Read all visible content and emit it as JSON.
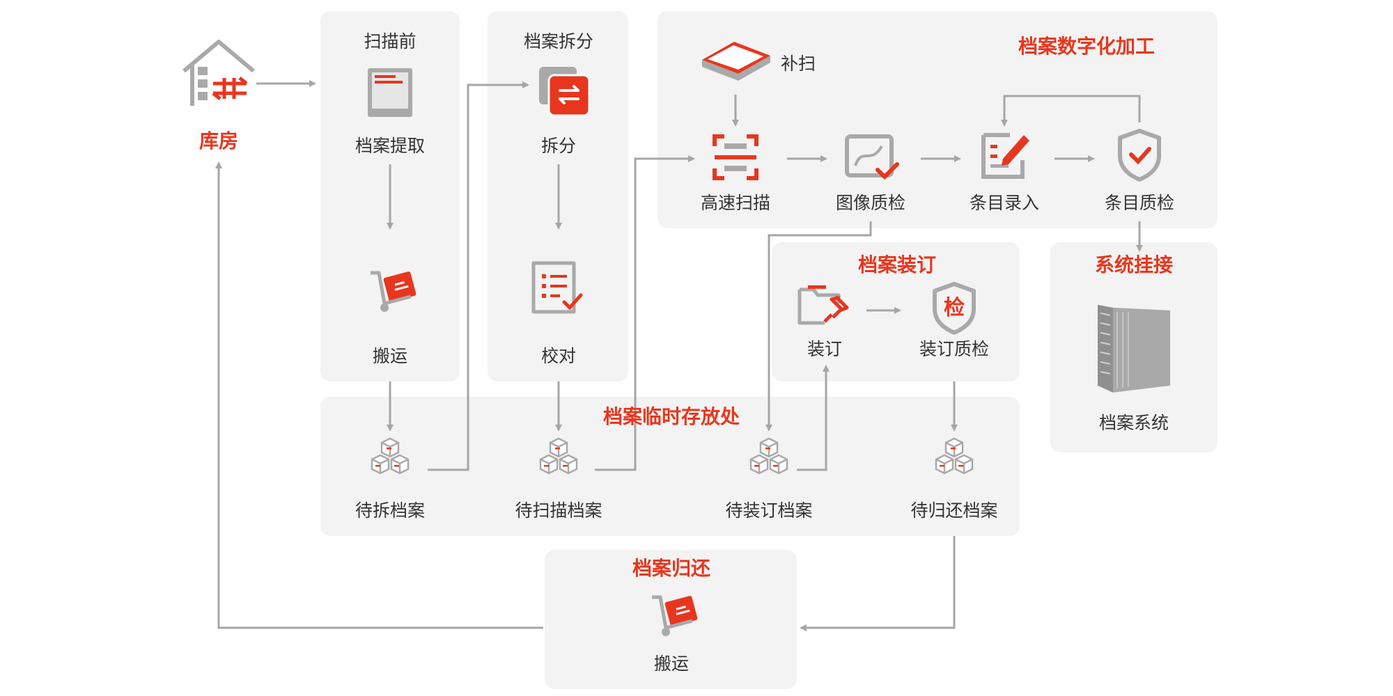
{
  "nodes": {
    "warehouse": "库房",
    "pre_scan_title": "扫描前",
    "extract": "档案提取",
    "carry_1": "搬运",
    "split_title": "档案拆分",
    "split": "拆分",
    "proofread": "校对",
    "digitize_title": "档案数字化加工",
    "rescan": "补扫",
    "high_speed_scan": "高速扫描",
    "image_qc": "图像质检",
    "entry_input": "条目录入",
    "entry_qc": "条目质检",
    "binding_title": "档案装订",
    "binding": "装订",
    "binding_qc": "装订质检",
    "system_title": "系统挂接",
    "archive_system": "档案系统",
    "temp_storage_title": "档案临时存放处",
    "pending_split": "待拆档案",
    "pending_scan": "待扫描档案",
    "pending_binding": "待装订档案",
    "pending_return": "待归还档案",
    "return_title": "档案归还",
    "carry_2": "搬运"
  },
  "icons": {
    "warehouse": "warehouse-icon",
    "extract": "archive-box-icon",
    "carry": "hand-truck-icon",
    "split": "split-swap-icon",
    "proofread": "checklist-icon",
    "rescan": "flatbed-scanner-icon",
    "high_speed_scan": "scan-frame-icon",
    "image_qc": "image-check-icon",
    "entry_input": "edit-form-icon",
    "entry_qc": "shield-check-icon",
    "binding": "folder-pin-icon",
    "binding_qc": "inspect-shield-icon",
    "archive_system": "server-icon",
    "stack": "box-stack-icon"
  },
  "colors": {
    "accent": "#e8361e",
    "panel": "#f3f3f3",
    "arrow": "#a6a6a6",
    "text": "#333333",
    "icon_gray": "#a9a9a9"
  }
}
